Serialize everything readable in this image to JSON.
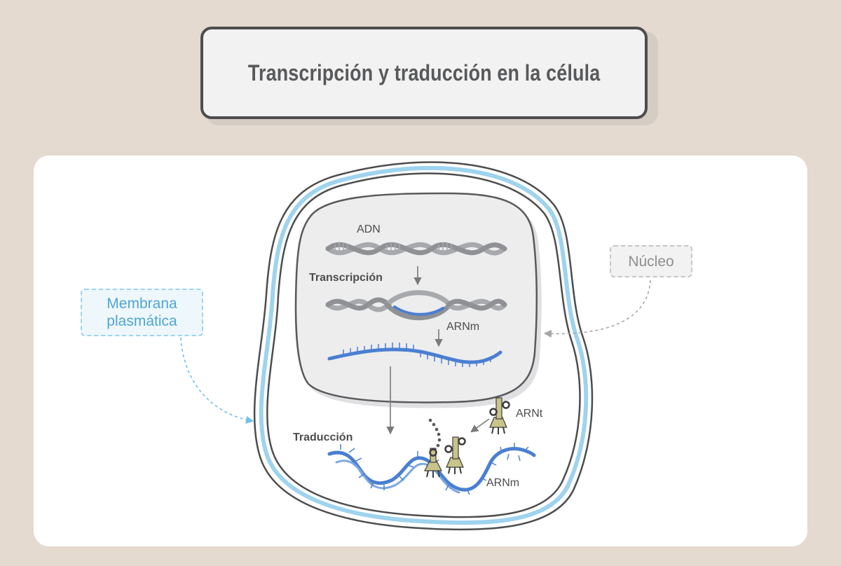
{
  "title": "Transcripción y traducción en la célula",
  "labels": {
    "adn": "ADN",
    "transcripcion": "Transcripción",
    "arnm_nucleus": "ARNm",
    "traduccion": "Traducción",
    "arnt": "ARNt",
    "arnm_cytoplasm": "ARNm"
  },
  "callouts": {
    "membrana": "Membrana plasmática",
    "nucleo": "Núcleo"
  },
  "colors": {
    "background": "#e5dad0",
    "panel": "#ffffff",
    "outline": "#4d4d4f",
    "membrane_blue": "#9fd3ee",
    "nucleus_fill": "#ededee",
    "dna_gray": "#a7a9ac",
    "mrna_blue": "#4a7fd1",
    "trna_olive": "#c8c48a"
  }
}
